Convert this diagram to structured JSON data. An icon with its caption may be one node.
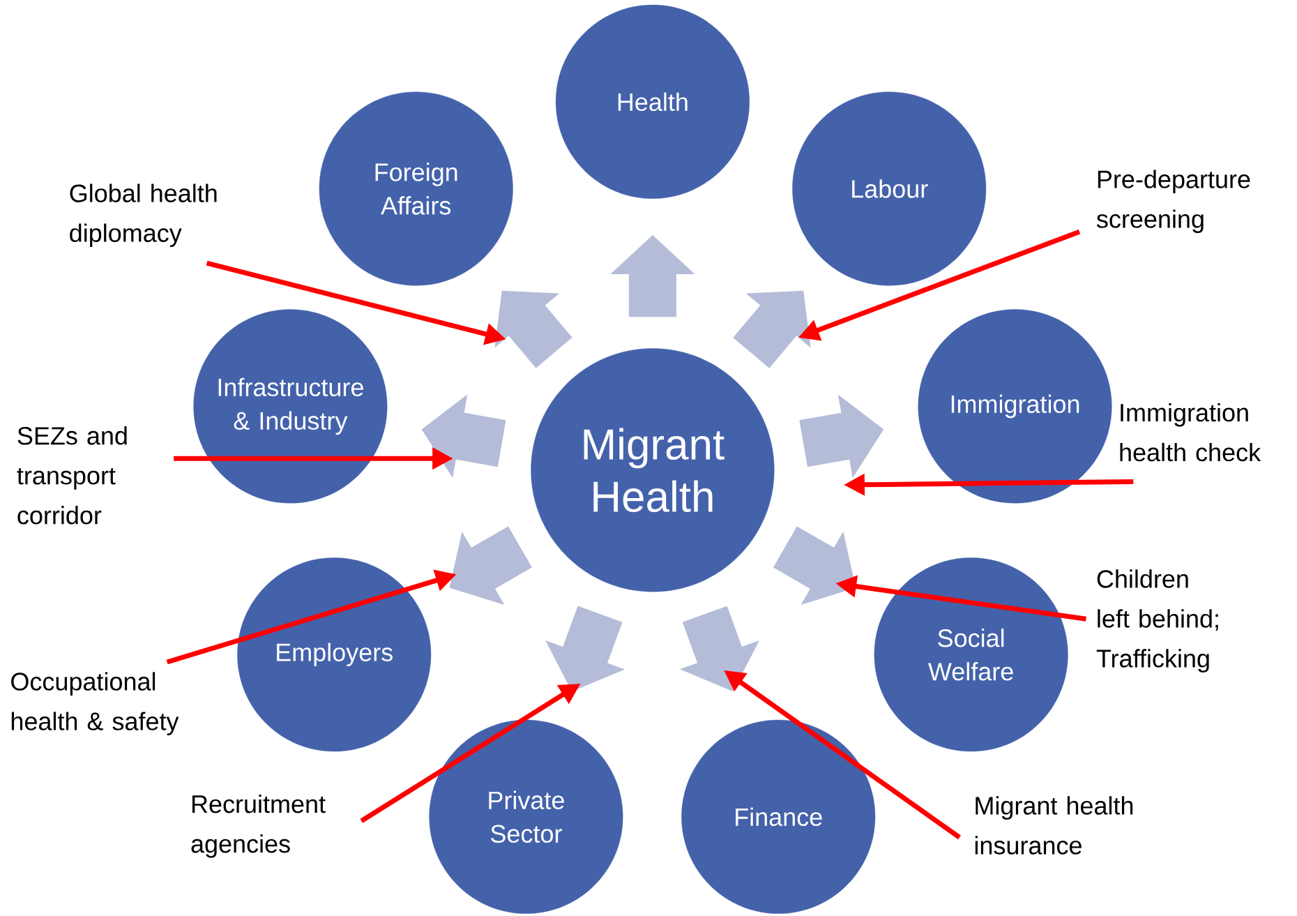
{
  "diagram": {
    "nodes": [
      {
        "text": [
          "Migrant Health"
        ]
      },
      {
        "text": [
          "Health"
        ]
      },
      {
        "text": [
          "Foreign Affairs"
        ]
      },
      {
        "text": [
          "Labour"
        ]
      },
      {
        "text": [
          "Infrastructure & Industry"
        ]
      },
      {
        "text": [
          "Immigration"
        ]
      },
      {
        "text": [
          "Employers"
        ]
      },
      {
        "text": [
          "Social Welfare"
        ]
      },
      {
        "text": [
          "Private Sector"
        ]
      },
      {
        "text": [
          "Finance"
        ]
      },
      {
        "text": [
          "Global health diplomacy"
        ]
      },
      {
        "text": [
          "Pre-departure screening"
        ]
      },
      {
        "text": [
          "SEZs and transport corridor"
        ]
      },
      {
        "text": [
          "Immigration health check"
        ]
      },
      {
        "text": [
          "Children left behind; Trafficking"
        ]
      },
      {
        "text": [
          "Occupational health & safety"
        ]
      },
      {
        "text": [
          "Recruitment agencies"
        ]
      },
      {
        "text": [
          "Migrant health insurance"
        ]
      }
    ],
    "edges": [
      {
        "from": 0,
        "to": 1,
        "arrow": "to"
      },
      {
        "from": 0,
        "to": 2,
        "arrow": "to"
      },
      {
        "from": 0,
        "to": 3,
        "arrow": "to"
      },
      {
        "from": 0,
        "to": 4,
        "arrow": "to"
      },
      {
        "from": 0,
        "to": 5,
        "arrow": "to"
      },
      {
        "from": 0,
        "to": 6,
        "arrow": "to"
      },
      {
        "from": 0,
        "to": 7,
        "arrow": "to"
      },
      {
        "from": 0,
        "to": 8,
        "arrow": "to"
      },
      {
        "from": 0,
        "to": 9,
        "arrow": "to"
      },
      {
        "from": 10,
        "to": null,
        "arrow": "to",
        "color": "#ff0000"
      },
      {
        "from": 11,
        "to": null,
        "arrow": "to",
        "color": "#ff0000"
      },
      {
        "from": 12,
        "to": null,
        "arrow": "to",
        "color": "#ff0000"
      },
      {
        "from": 13,
        "to": null,
        "arrow": "to",
        "color": "#ff0000"
      },
      {
        "from": 14,
        "to": null,
        "arrow": "to",
        "color": "#ff0000"
      },
      {
        "from": 15,
        "to": null,
        "arrow": "to",
        "color": "#ff0000"
      },
      {
        "from": 16,
        "to": null,
        "arrow": "to",
        "color": "#ff0000"
      },
      {
        "from": 17,
        "to": null,
        "arrow": "to",
        "color": "#ff0000"
      }
    ]
  }
}
